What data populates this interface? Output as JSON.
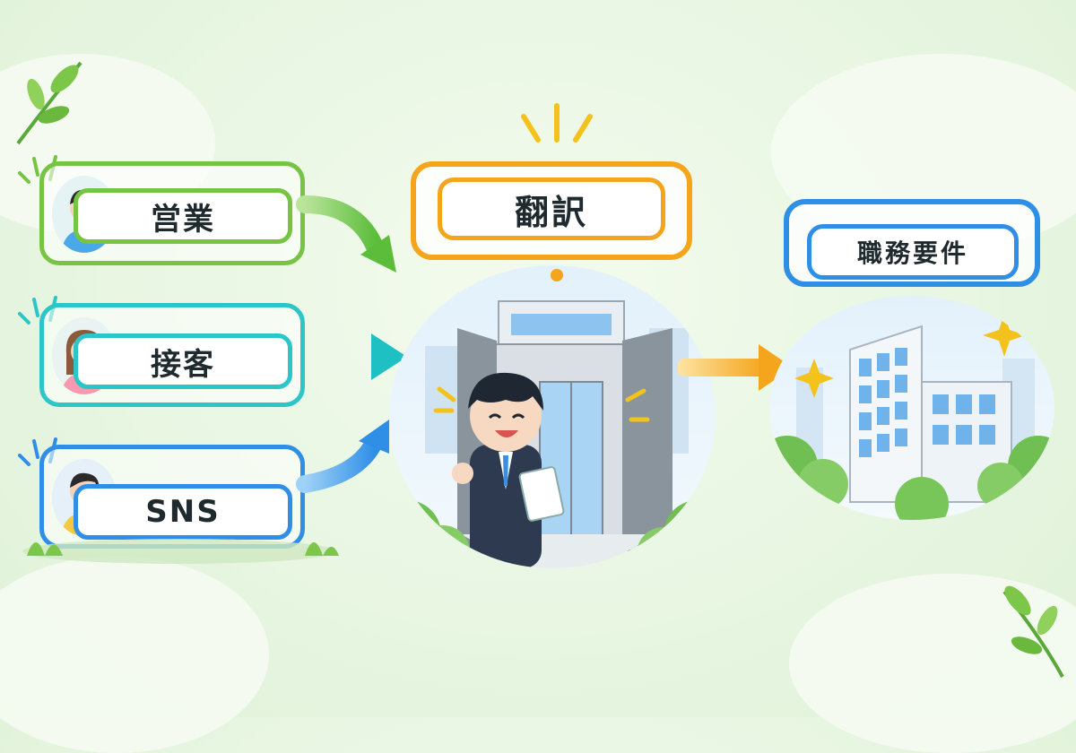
{
  "sources": [
    {
      "label": "営業",
      "color": "#76c442"
    },
    {
      "label": "接客",
      "color": "#2cc5c8"
    },
    {
      "label": "SNS",
      "color": "#2f8fe6"
    }
  ],
  "center": {
    "label": "翻訳",
    "color": "#f4a51c"
  },
  "target": {
    "label": "職務要件",
    "color": "#2f8fe6"
  }
}
